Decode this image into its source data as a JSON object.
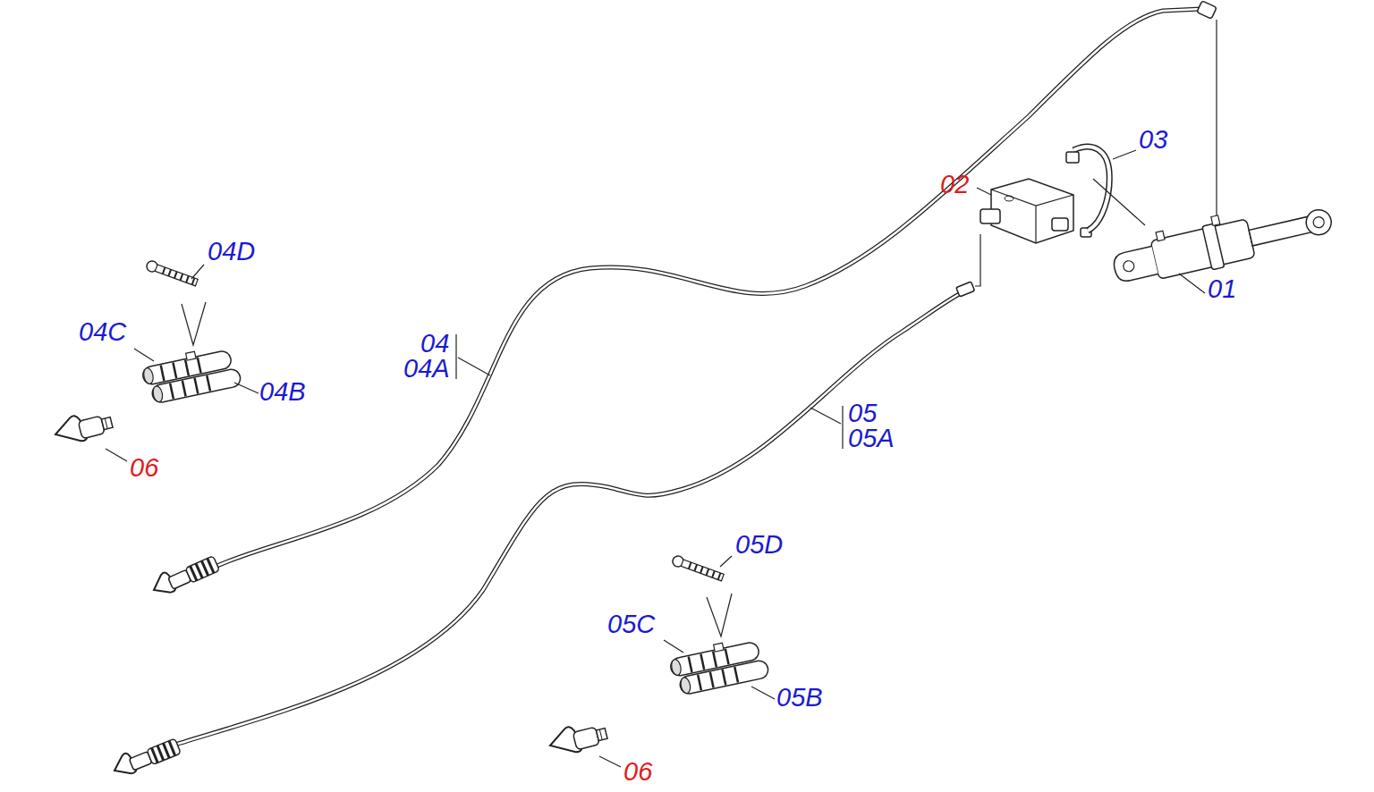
{
  "diagram": {
    "labels": [
      "03",
      "02",
      "01",
      "04D",
      "04C",
      "04",
      "04A",
      "04B",
      "06",
      "05",
      "05A",
      "05D",
      "05C",
      "05B",
      "06"
    ]
  }
}
